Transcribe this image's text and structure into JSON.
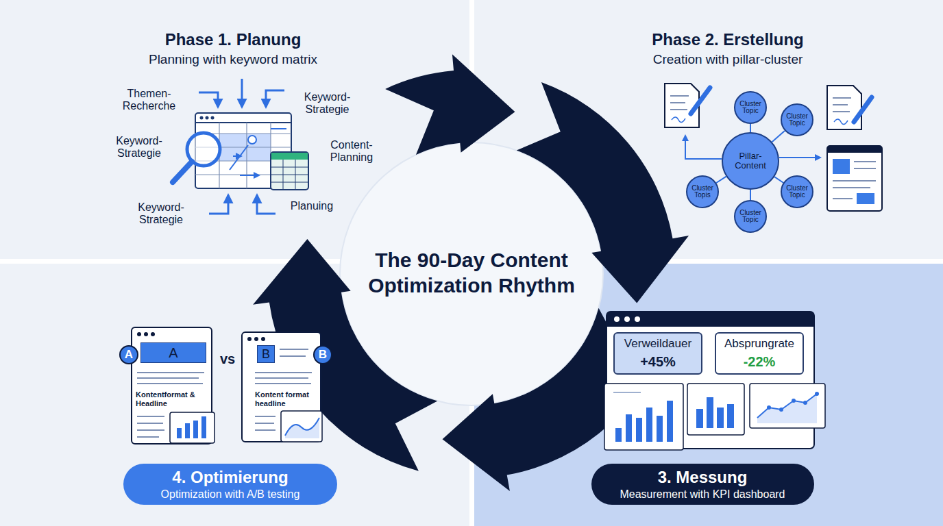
{
  "diagram": {
    "title": "The 90-Day Content Optimization Rhythm",
    "nodes": [
      {
        "text": [
          "Pillar-Content"
        ]
      },
      {
        "text": [
          "Cluster Topic"
        ]
      },
      {
        "text": [
          "Cluster Topic"
        ]
      },
      {
        "text": [
          "Cluster Topis"
        ]
      },
      {
        "text": [
          "Cluster Topic"
        ]
      },
      {
        "text": [
          "Cluster Topic"
        ]
      },
      {
        "text": [
          "Verweildauer",
          "+45%"
        ]
      },
      {
        "text": [
          "Absprungrate",
          "-22%"
        ]
      },
      {
        "text": [
          "A"
        ]
      },
      {
        "text": [
          "A"
        ]
      },
      {
        "text": [
          "B"
        ]
      },
      {
        "text": [
          "B"
        ]
      },
      {
        "text": [
          "4. Optimierung",
          "Optimization with A/B testing"
        ]
      },
      {
        "text": [
          "3. Messung",
          "Measurement with KPI dashboard"
        ]
      }
    ],
    "edges": [
      {
        "from": 0,
        "to": 1,
        "arrow": "none"
      },
      {
        "from": 0,
        "to": 2,
        "arrow": "none"
      },
      {
        "from": 0,
        "to": 3,
        "arrow": "none"
      },
      {
        "from": 0,
        "to": 4,
        "arrow": "none"
      },
      {
        "from": 0,
        "to": 5,
        "arrow": "none"
      }
    ],
    "labels": [
      "Phase 1. Planung",
      "Planning with keyword matrix",
      "Themen-Recherche",
      "Keyword-Strategie",
      "Keyword-Strategie",
      "Content-Planning",
      "Keyword-Strategie",
      "Planuing",
      "Phase 2. Erstellung",
      "Creation with pillar-cluster",
      "vs",
      "Kontentformat & Headline",
      "Kontent format headline"
    ]
  }
}
